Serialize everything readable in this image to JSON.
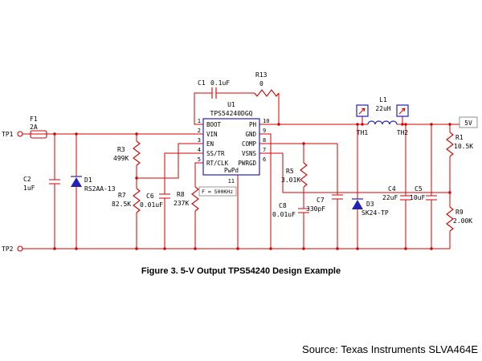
{
  "figure": {
    "caption": "Figure 3. 5-V Output TPS54240 Design Example",
    "source": "Source: Texas Instruments SLVA464E"
  },
  "nets": {
    "output": "5V"
  },
  "testpoints": {
    "tp1": "TP1",
    "tp2": "TP2"
  },
  "ic": {
    "refdes": "U1",
    "part": "TPS54240DGQ",
    "pad_name": "PwPd",
    "pad_num": "11",
    "freq_note": "F = 500KHz",
    "left_pins": [
      {
        "num": "1",
        "name": "BOOT"
      },
      {
        "num": "2",
        "name": "VIN"
      },
      {
        "num": "3",
        "name": "EN"
      },
      {
        "num": "4",
        "name": "SS/TR"
      },
      {
        "num": "5",
        "name": "RT/CLK"
      }
    ],
    "right_pins": [
      {
        "num": "10",
        "name": "PH"
      },
      {
        "num": "9",
        "name": "GND"
      },
      {
        "num": "8",
        "name": "COMP"
      },
      {
        "num": "7",
        "name": "VSNS"
      },
      {
        "num": "6",
        "name": "PWRGD"
      }
    ]
  },
  "parts": {
    "f1": {
      "ref": "F1",
      "value": "2A"
    },
    "c1": {
      "ref": "C1",
      "value": "0.1uF"
    },
    "r13": {
      "ref": "R13",
      "value": "0"
    },
    "c2": {
      "ref": "C2",
      "value": "1uF"
    },
    "d1": {
      "ref": "D1",
      "value": "RS2AA-13"
    },
    "r3": {
      "ref": "R3",
      "value": "499K"
    },
    "r7": {
      "ref": "R7",
      "value": "82.5K"
    },
    "c6": {
      "ref": "C6",
      "value": "0.01uF"
    },
    "r8": {
      "ref": "R8",
      "value": "237K"
    },
    "r5": {
      "ref": "R5",
      "value": "3.01K"
    },
    "c8": {
      "ref": "C8",
      "value": "0.01uF"
    },
    "c7": {
      "ref": "C7",
      "value": "330pF"
    },
    "d3": {
      "ref": "D3",
      "value": "SK24-TP"
    },
    "l1": {
      "ref": "L1",
      "value": "22uH"
    },
    "th1": {
      "ref": "TH1"
    },
    "th2": {
      "ref": "TH2"
    },
    "c4": {
      "ref": "C4",
      "value": "22uF"
    },
    "c5": {
      "ref": "C5",
      "value": "10uF"
    },
    "r1": {
      "ref": "R1",
      "value": "10.5K"
    },
    "r9": {
      "ref": "R9",
      "value": "2.00K"
    }
  },
  "colors": {
    "wire": "#d40000",
    "device": "#2222bb",
    "text": "#000000"
  }
}
